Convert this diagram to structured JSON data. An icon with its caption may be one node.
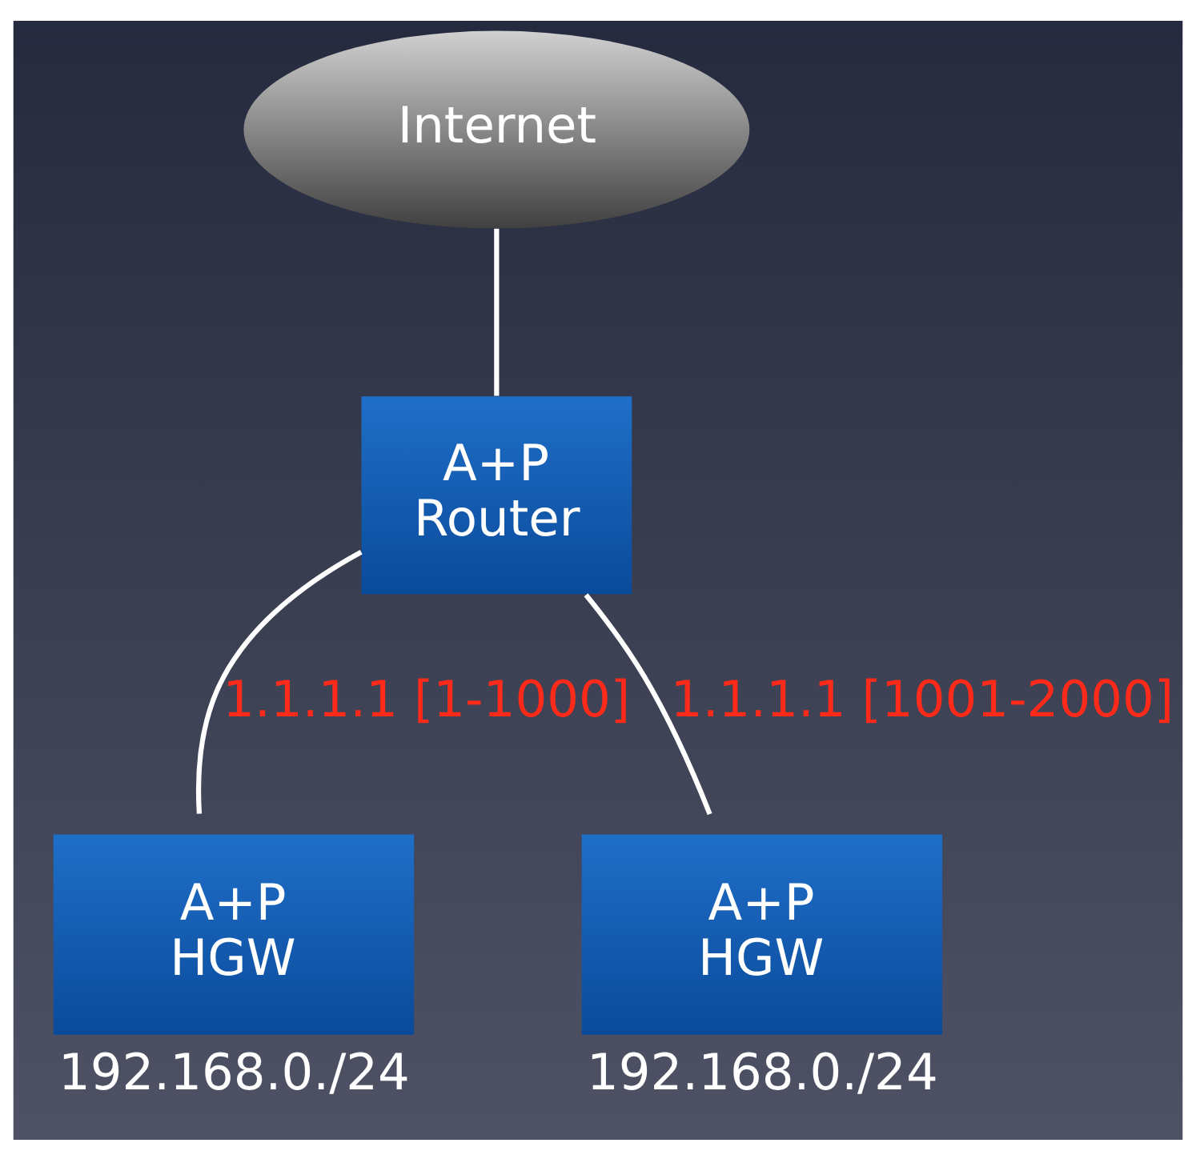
{
  "diagram": {
    "nodes": [
      {
        "text": [
          "Internet"
        ]
      },
      {
        "text": [
          "A+P",
          "Router"
        ]
      },
      {
        "text": [
          "A+P",
          "HGW"
        ],
        "beside": [
          "192.168.0./24"
        ]
      },
      {
        "text": [
          "A+P",
          "HGW"
        ],
        "beside": [
          "192.168.0./24"
        ]
      }
    ],
    "edges": [
      {
        "from": 0,
        "to": 1,
        "arrow": "none"
      },
      {
        "from": 1,
        "to": 2,
        "arrow": "none",
        "label": "1.1.1.1 [1-1000]"
      },
      {
        "from": 1,
        "to": 3,
        "arrow": "none",
        "label": "1.1.1.1 [1001-2000]"
      }
    ]
  }
}
